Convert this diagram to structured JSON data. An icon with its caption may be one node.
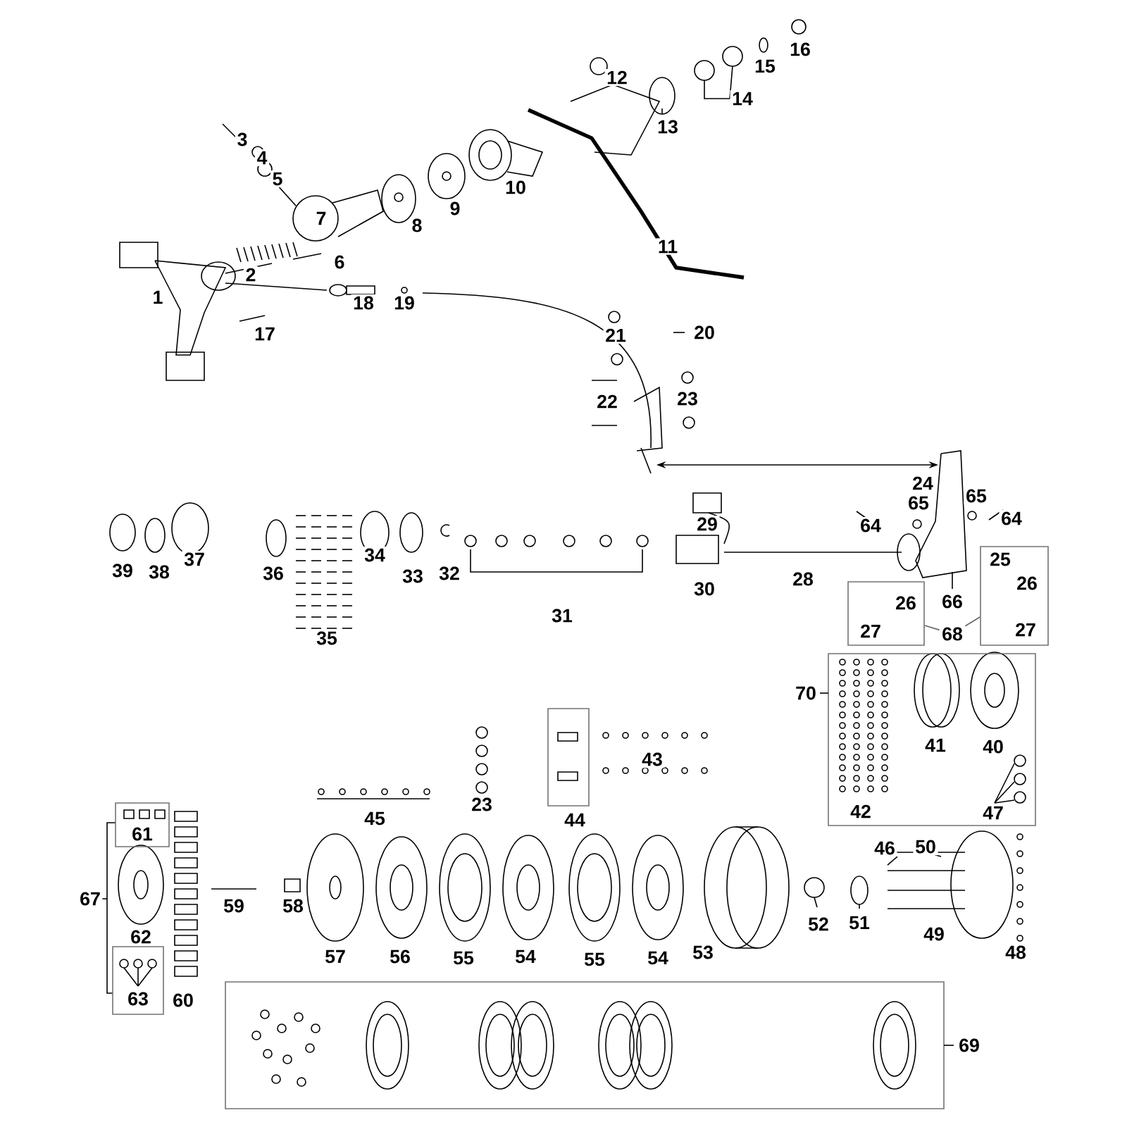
{
  "diagram": {
    "nodes": [
      {
        "text": [
          "41",
          "40",
          "42",
          "47"
        ],
        "beside": [
          "70"
        ]
      },
      {
        "text": [
          "26",
          "27"
        ]
      },
      {
        "text": [
          "25",
          "26",
          "27"
        ]
      },
      {
        "text": [
          "68"
        ]
      },
      {
        "text": [
          "61"
        ]
      },
      {
        "text": [
          "63"
        ]
      },
      {
        "text": [],
        "shape": "box",
        "beside": [
          "44"
        ]
      },
      {
        "text": [],
        "shape": "box",
        "beside": [
          "69"
        ]
      }
    ],
    "edges": [
      {
        "from": 3,
        "to": 1,
        "arrow": "none"
      },
      {
        "from": 3,
        "to": 2,
        "arrow": "none"
      }
    ],
    "labels": [
      "16",
      "15",
      "12",
      "14",
      "13",
      "3",
      "4",
      "5",
      "10",
      "9",
      "7",
      "8",
      "11",
      "6",
      "2",
      "1",
      "18",
      "19",
      "17",
      "21",
      "20",
      "22",
      "23",
      "24",
      "65",
      "65",
      "64",
      "64",
      "29",
      "39",
      "38",
      "37",
      "36",
      "34",
      "33",
      "32",
      "30",
      "28",
      "66",
      "35",
      "31",
      "43",
      "23",
      "45",
      "67",
      "46",
      "50",
      "59",
      "58",
      "62",
      "52",
      "51",
      "49",
      "57",
      "56",
      "55",
      "54",
      "55",
      "54",
      "53",
      "48",
      "60"
    ]
  }
}
